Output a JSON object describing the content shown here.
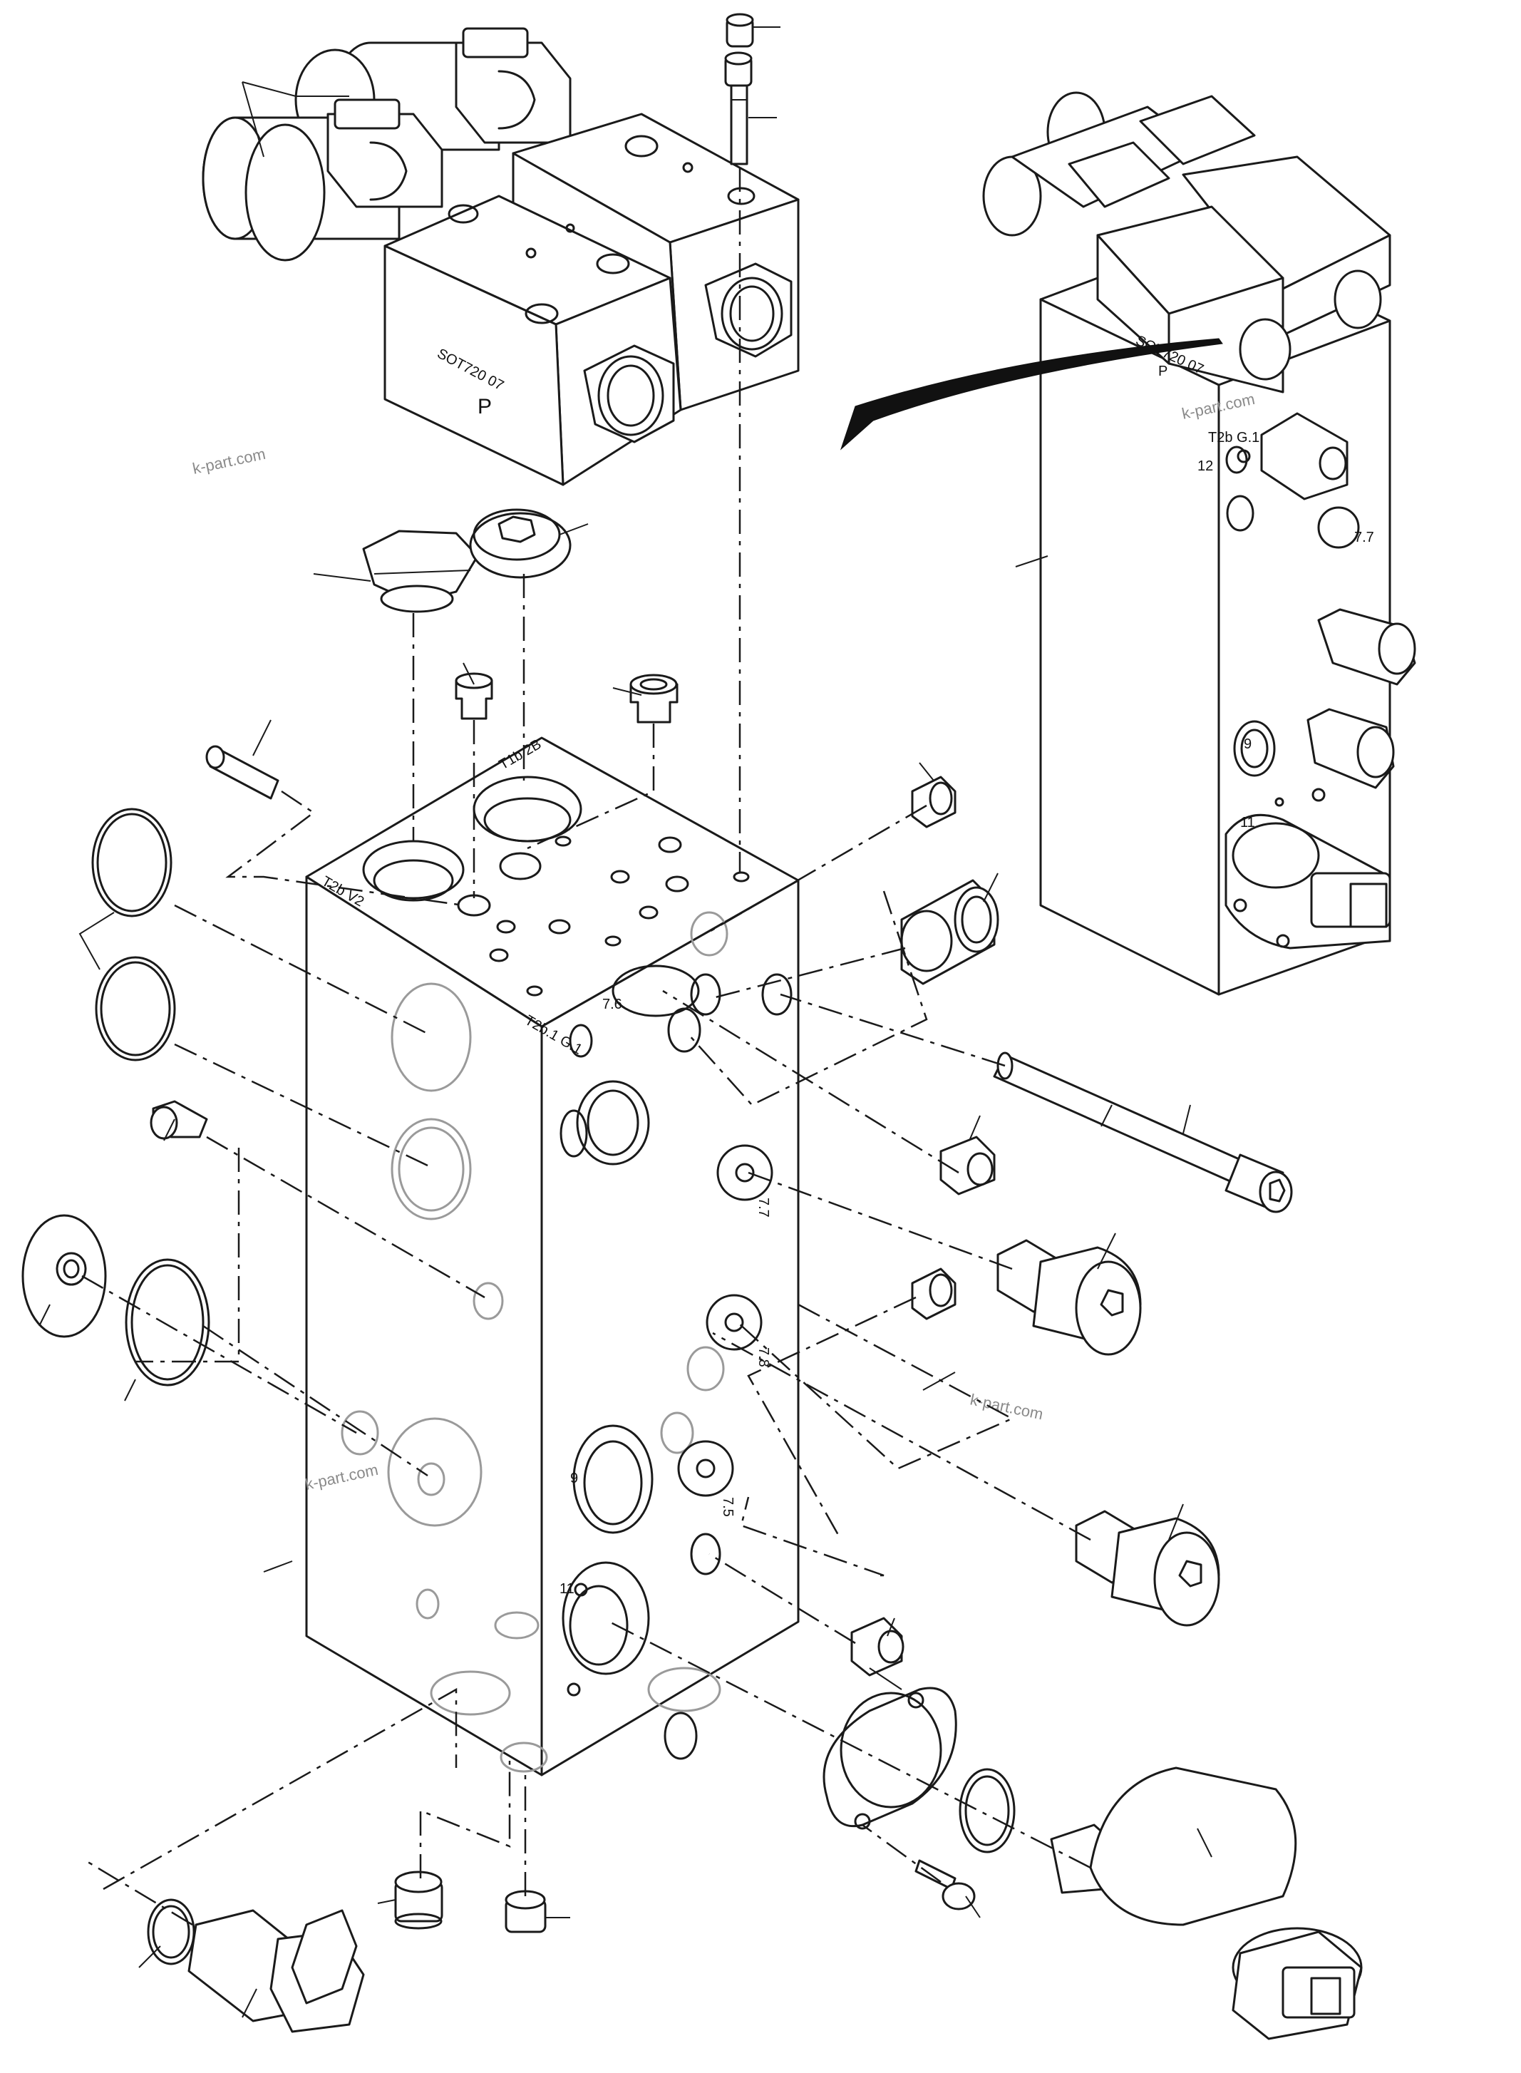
{
  "diagram": {
    "watermark_text": "k-part.com",
    "valve_markings": {
      "solenoid_code_main": "SOT720 07",
      "port_p_main": "P",
      "solenoid_code_detail": "SOT720 07",
      "port_p_detail": "P"
    },
    "port_labels": {
      "top_left": "T2b V2",
      "top_center": "T1b 2B",
      "side_upper": "T2b.1 G.1",
      "port_7_6": "7.6",
      "port_7_7": "7.7",
      "port_7_8": "7.8",
      "port_7_5": "7.5",
      "port_9": "9",
      "port_11": "11",
      "detail_top": "T2b G.1",
      "detail_side": "7.7",
      "detail_9": "9",
      "detail_11": "11",
      "detail_12": "12"
    }
  }
}
